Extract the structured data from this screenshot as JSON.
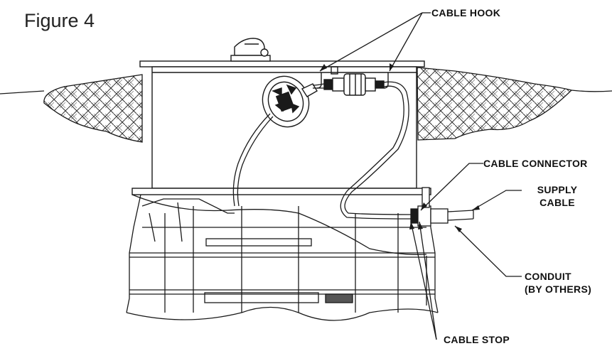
{
  "figure_title": "Figure 4",
  "labels": {
    "cable_hook": "CABLE HOOK",
    "cable_connector": "CABLE CONNECTOR",
    "supply_cable_line1": "SUPPLY",
    "supply_cable_line2": "CABLE",
    "conduit_line1": "CONDUIT",
    "conduit_line2": "(BY OTHERS)",
    "cable_stop": "CABLE STOP"
  },
  "colors": {
    "line": "#1a1a1a",
    "background": "#ffffff"
  }
}
